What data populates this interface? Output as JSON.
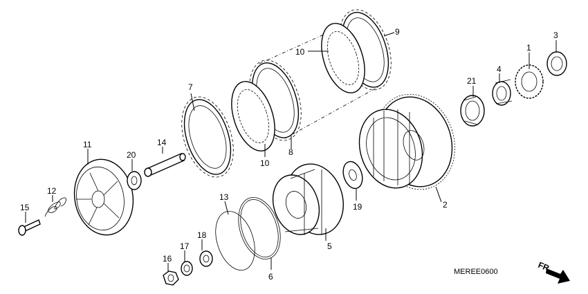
{
  "diagram_code": "MEREE0600",
  "direction_label": "FR.",
  "parts": [
    {
      "id": "p1",
      "label": "1"
    },
    {
      "id": "p2",
      "label": "2"
    },
    {
      "id": "p3",
      "label": "3"
    },
    {
      "id": "p4",
      "label": "4"
    },
    {
      "id": "p5",
      "label": "5"
    },
    {
      "id": "p6",
      "label": "6"
    },
    {
      "id": "p7",
      "label": "7"
    },
    {
      "id": "p8",
      "label": "8"
    },
    {
      "id": "p9",
      "label": "9"
    },
    {
      "id": "p10a",
      "label": "10"
    },
    {
      "id": "p10b",
      "label": "10"
    },
    {
      "id": "p11",
      "label": "11"
    },
    {
      "id": "p12",
      "label": "12"
    },
    {
      "id": "p13",
      "label": "13"
    },
    {
      "id": "p14",
      "label": "14"
    },
    {
      "id": "p15",
      "label": "15"
    },
    {
      "id": "p16",
      "label": "16"
    },
    {
      "id": "p17",
      "label": "17"
    },
    {
      "id": "p18",
      "label": "18"
    },
    {
      "id": "p19",
      "label": "19"
    },
    {
      "id": "p20",
      "label": "20"
    },
    {
      "id": "p21",
      "label": "21"
    }
  ]
}
